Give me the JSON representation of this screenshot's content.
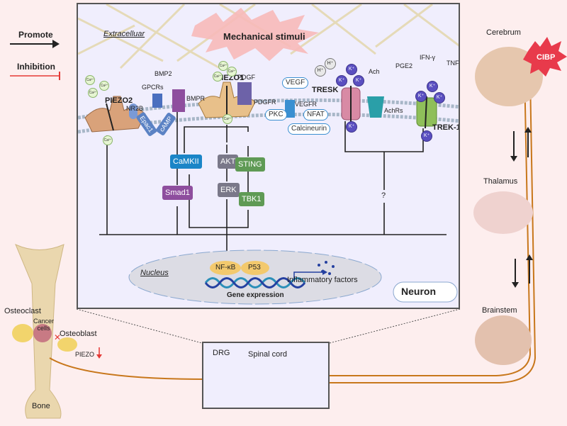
{
  "legend": {
    "promote": "Promote",
    "inhibition": "Inhibition",
    "promote_color": "#222222",
    "inhibition_color": "#e53935"
  },
  "neuron_panel": {
    "extracellular": "Extracelluar",
    "stimulus": "Mechanical stimuli",
    "neuron_label": "Neuron",
    "channels": {
      "piezo2": "PIEZO2",
      "piezo1": "PIEZO1",
      "tresk": "TRESK",
      "trek1": "TREK-1"
    },
    "receptors": {
      "nr2b": "NR2B",
      "gpcrs": "GPCRs",
      "bmp2": "BMP2",
      "bmpr": "BMPR",
      "pdgf": "PDGF",
      "pdgfr": "PDGFR",
      "vegf": "VEGF",
      "vegfr": "VEGFR",
      "ach": "Ach",
      "achrs": "AchRs",
      "pge2": "PGE2",
      "ifn": "IFN-γ",
      "tnf": "TNF-α"
    },
    "ions": {
      "ca": "Ca²⁺",
      "k": "K⁺",
      "h": "H⁺"
    },
    "signals": {
      "epac1": "Epac1",
      "camp": "cAMP",
      "pkc": "PKC",
      "nfat": "NFAT",
      "calcineurin": "Calcineurin",
      "smad1": "Smad1",
      "camkii": "CaMKII",
      "akt": "AKT",
      "erk": "ERK",
      "sting": "STING",
      "tbk1": "TBK1",
      "unknown": "?"
    },
    "nucleus": {
      "label": "Nucleus",
      "nfkb": "NF-κB",
      "p53": "P53",
      "gene_expression": "Gene expression",
      "inflammatory": "Inflammatory factors"
    },
    "colors": {
      "smad1": "#8e4e9e",
      "camkii": "#1a85c7",
      "akt_erk": "#7a7889",
      "sting_tbk1": "#5f9a55"
    }
  },
  "body": {
    "bone": "Bone",
    "osteoclast": "Osteoclast",
    "osteoblast": "Osteoblast",
    "cancer_cells": "Cancer cells",
    "piezo": "PIEZO",
    "drg": "DRG",
    "spinal_cord": "Spinal cord",
    "cerebrum": "Cerebrum",
    "cibp": "CIBP",
    "thalamus": "Thalamus",
    "brainstem": "Brainstem"
  }
}
